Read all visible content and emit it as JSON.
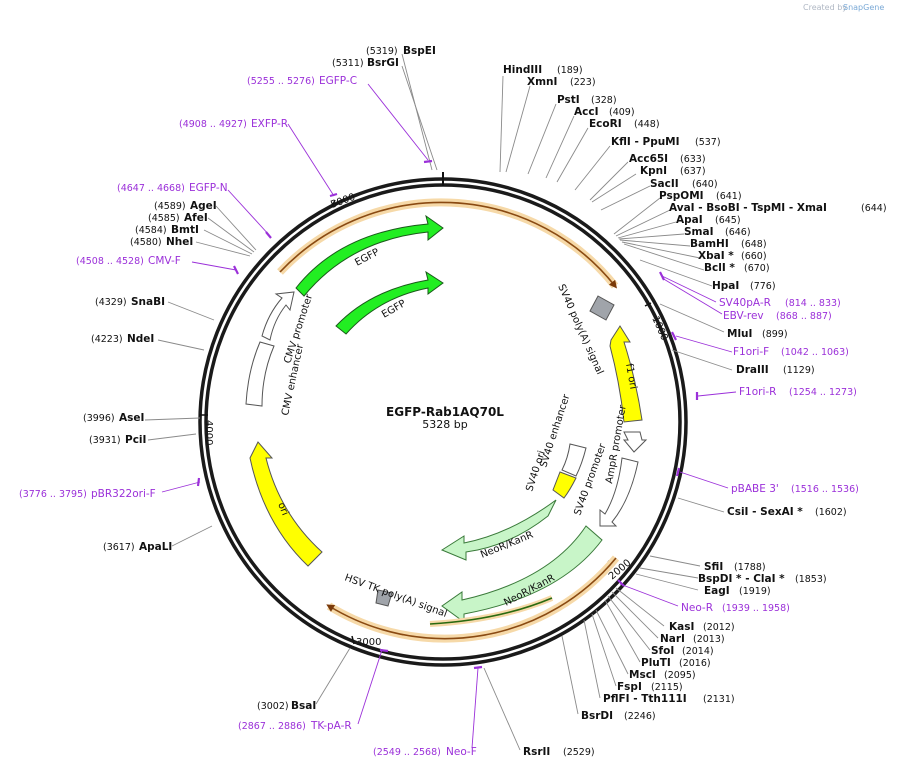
{
  "plasmid": {
    "name": "EGFP-Rab1AQ70L",
    "size": "5328 bp"
  },
  "credit": {
    "prefix": "Created by",
    "brand": "SnapGene"
  },
  "ticks": [
    "1000",
    "2000",
    "3000",
    "4000",
    "5000"
  ],
  "sites": [
    {
      "name": "BspEI",
      "pos": "(5319)"
    },
    {
      "name": "BsrGI",
      "pos": "(5311)"
    },
    {
      "name": "HindIII",
      "pos": "(189)"
    },
    {
      "name": "XmnI",
      "pos": "(223)"
    },
    {
      "name": "PstI",
      "pos": "(328)"
    },
    {
      "name": "AccI",
      "pos": "(409)"
    },
    {
      "name": "EcoRI",
      "pos": "(448)"
    },
    {
      "name": "KflI - PpuMI",
      "pos": "(537)"
    },
    {
      "name": "Acc65I",
      "pos": "(633)"
    },
    {
      "name": "KpnI",
      "pos": "(637)"
    },
    {
      "name": "SacII",
      "pos": "(640)"
    },
    {
      "name": "PspOMI",
      "pos": "(641)"
    },
    {
      "name": "AvaI - BsoBI - TspMI - XmaI",
      "pos": "(644)"
    },
    {
      "name": "ApaI",
      "pos": "(645)"
    },
    {
      "name": "SmaI",
      "pos": "(646)"
    },
    {
      "name": "BamHI",
      "pos": "(648)"
    },
    {
      "name": "XbaI *",
      "pos": "(660)"
    },
    {
      "name": "BclI *",
      "pos": "(670)"
    },
    {
      "name": "HpaI",
      "pos": "(776)"
    },
    {
      "name": "MluI",
      "pos": "(899)"
    },
    {
      "name": "DraIII",
      "pos": "(1129)"
    },
    {
      "name": "CsiI - SexAI *",
      "pos": "(1602)"
    },
    {
      "name": "SfiI",
      "pos": "(1788)"
    },
    {
      "name": "BspDI * - ClaI *",
      "pos": "(1853)"
    },
    {
      "name": "EagI",
      "pos": "(1919)"
    },
    {
      "name": "KasI",
      "pos": "(2012)"
    },
    {
      "name": "NarI",
      "pos": "(2013)"
    },
    {
      "name": "SfoI",
      "pos": "(2014)"
    },
    {
      "name": "PluTI",
      "pos": "(2016)"
    },
    {
      "name": "MscI",
      "pos": "(2095)"
    },
    {
      "name": "FspI",
      "pos": "(2115)"
    },
    {
      "name": "PflFI - Tth111I",
      "pos": "(2131)"
    },
    {
      "name": "BsrDI",
      "pos": "(2246)"
    },
    {
      "name": "RsrII",
      "pos": "(2529)"
    },
    {
      "name": "BsaI",
      "pos": "(3002)"
    },
    {
      "name": "ApaLI",
      "pos": "(3617)"
    },
    {
      "name": "PciI",
      "pos": "(3931)"
    },
    {
      "name": "AseI",
      "pos": "(3996)"
    },
    {
      "name": "NdeI",
      "pos": "(4223)"
    },
    {
      "name": "SnaBI",
      "pos": "(4329)"
    },
    {
      "name": "NheI",
      "pos": "(4580)"
    },
    {
      "name": "BmtI",
      "pos": "(4584)"
    },
    {
      "name": "AfeI",
      "pos": "(4585)"
    },
    {
      "name": "AgeI",
      "pos": "(4589)"
    }
  ],
  "primers": [
    {
      "name": "EGFP-C",
      "pos": "(5255 .. 5276)"
    },
    {
      "name": "EXFP-R",
      "pos": "(4908 .. 4927)"
    },
    {
      "name": "EGFP-N",
      "pos": "(4647 .. 4668)"
    },
    {
      "name": "CMV-F",
      "pos": "(4508 .. 4528)"
    },
    {
      "name": "SV40pA-R",
      "pos": "(814 .. 833)"
    },
    {
      "name": "EBV-rev",
      "pos": "(868 .. 887)"
    },
    {
      "name": "F1ori-F",
      "pos": "(1042 .. 1063)"
    },
    {
      "name": "F1ori-R",
      "pos": "(1254 .. 1273)"
    },
    {
      "name": "pBABE 3'",
      "pos": "(1516 .. 1536)"
    },
    {
      "name": "Neo-R",
      "pos": "(1939 .. 1958)"
    },
    {
      "name": "Neo-F",
      "pos": "(2549 .. 2568)"
    },
    {
      "name": "TK-pA-R",
      "pos": "(2867 .. 2886)"
    },
    {
      "name": "pBR322ori-F",
      "pos": "(3776 .. 3795)"
    }
  ],
  "features": [
    {
      "name": "EGFP",
      "color": "#22ee22"
    },
    {
      "name": "EGFP",
      "color": "#22ee22"
    },
    {
      "name": "CMV promoter",
      "color": "#ffffff"
    },
    {
      "name": "CMV enhancer",
      "color": "#ffffff"
    },
    {
      "name": "SV40 poly(A) signal",
      "color": "#a0a4aa"
    },
    {
      "name": "f1 ori",
      "color": "#ffff00"
    },
    {
      "name": "AmpR promoter",
      "color": "#ffffff"
    },
    {
      "name": "SV40 promoter",
      "color": "#ffffff"
    },
    {
      "name": "SV40 enhancer",
      "color": "#ffffff"
    },
    {
      "name": "SV40 ori",
      "color": "#ffff00"
    },
    {
      "name": "NeoR/KanR",
      "color": "#c8f5c8"
    },
    {
      "name": "NeoR/KanR",
      "color": "#c8f5c8"
    },
    {
      "name": "HSV TK poly(A) signal",
      "color": "#a0a4aa"
    },
    {
      "name": "ori",
      "color": "#ffff00"
    }
  ]
}
